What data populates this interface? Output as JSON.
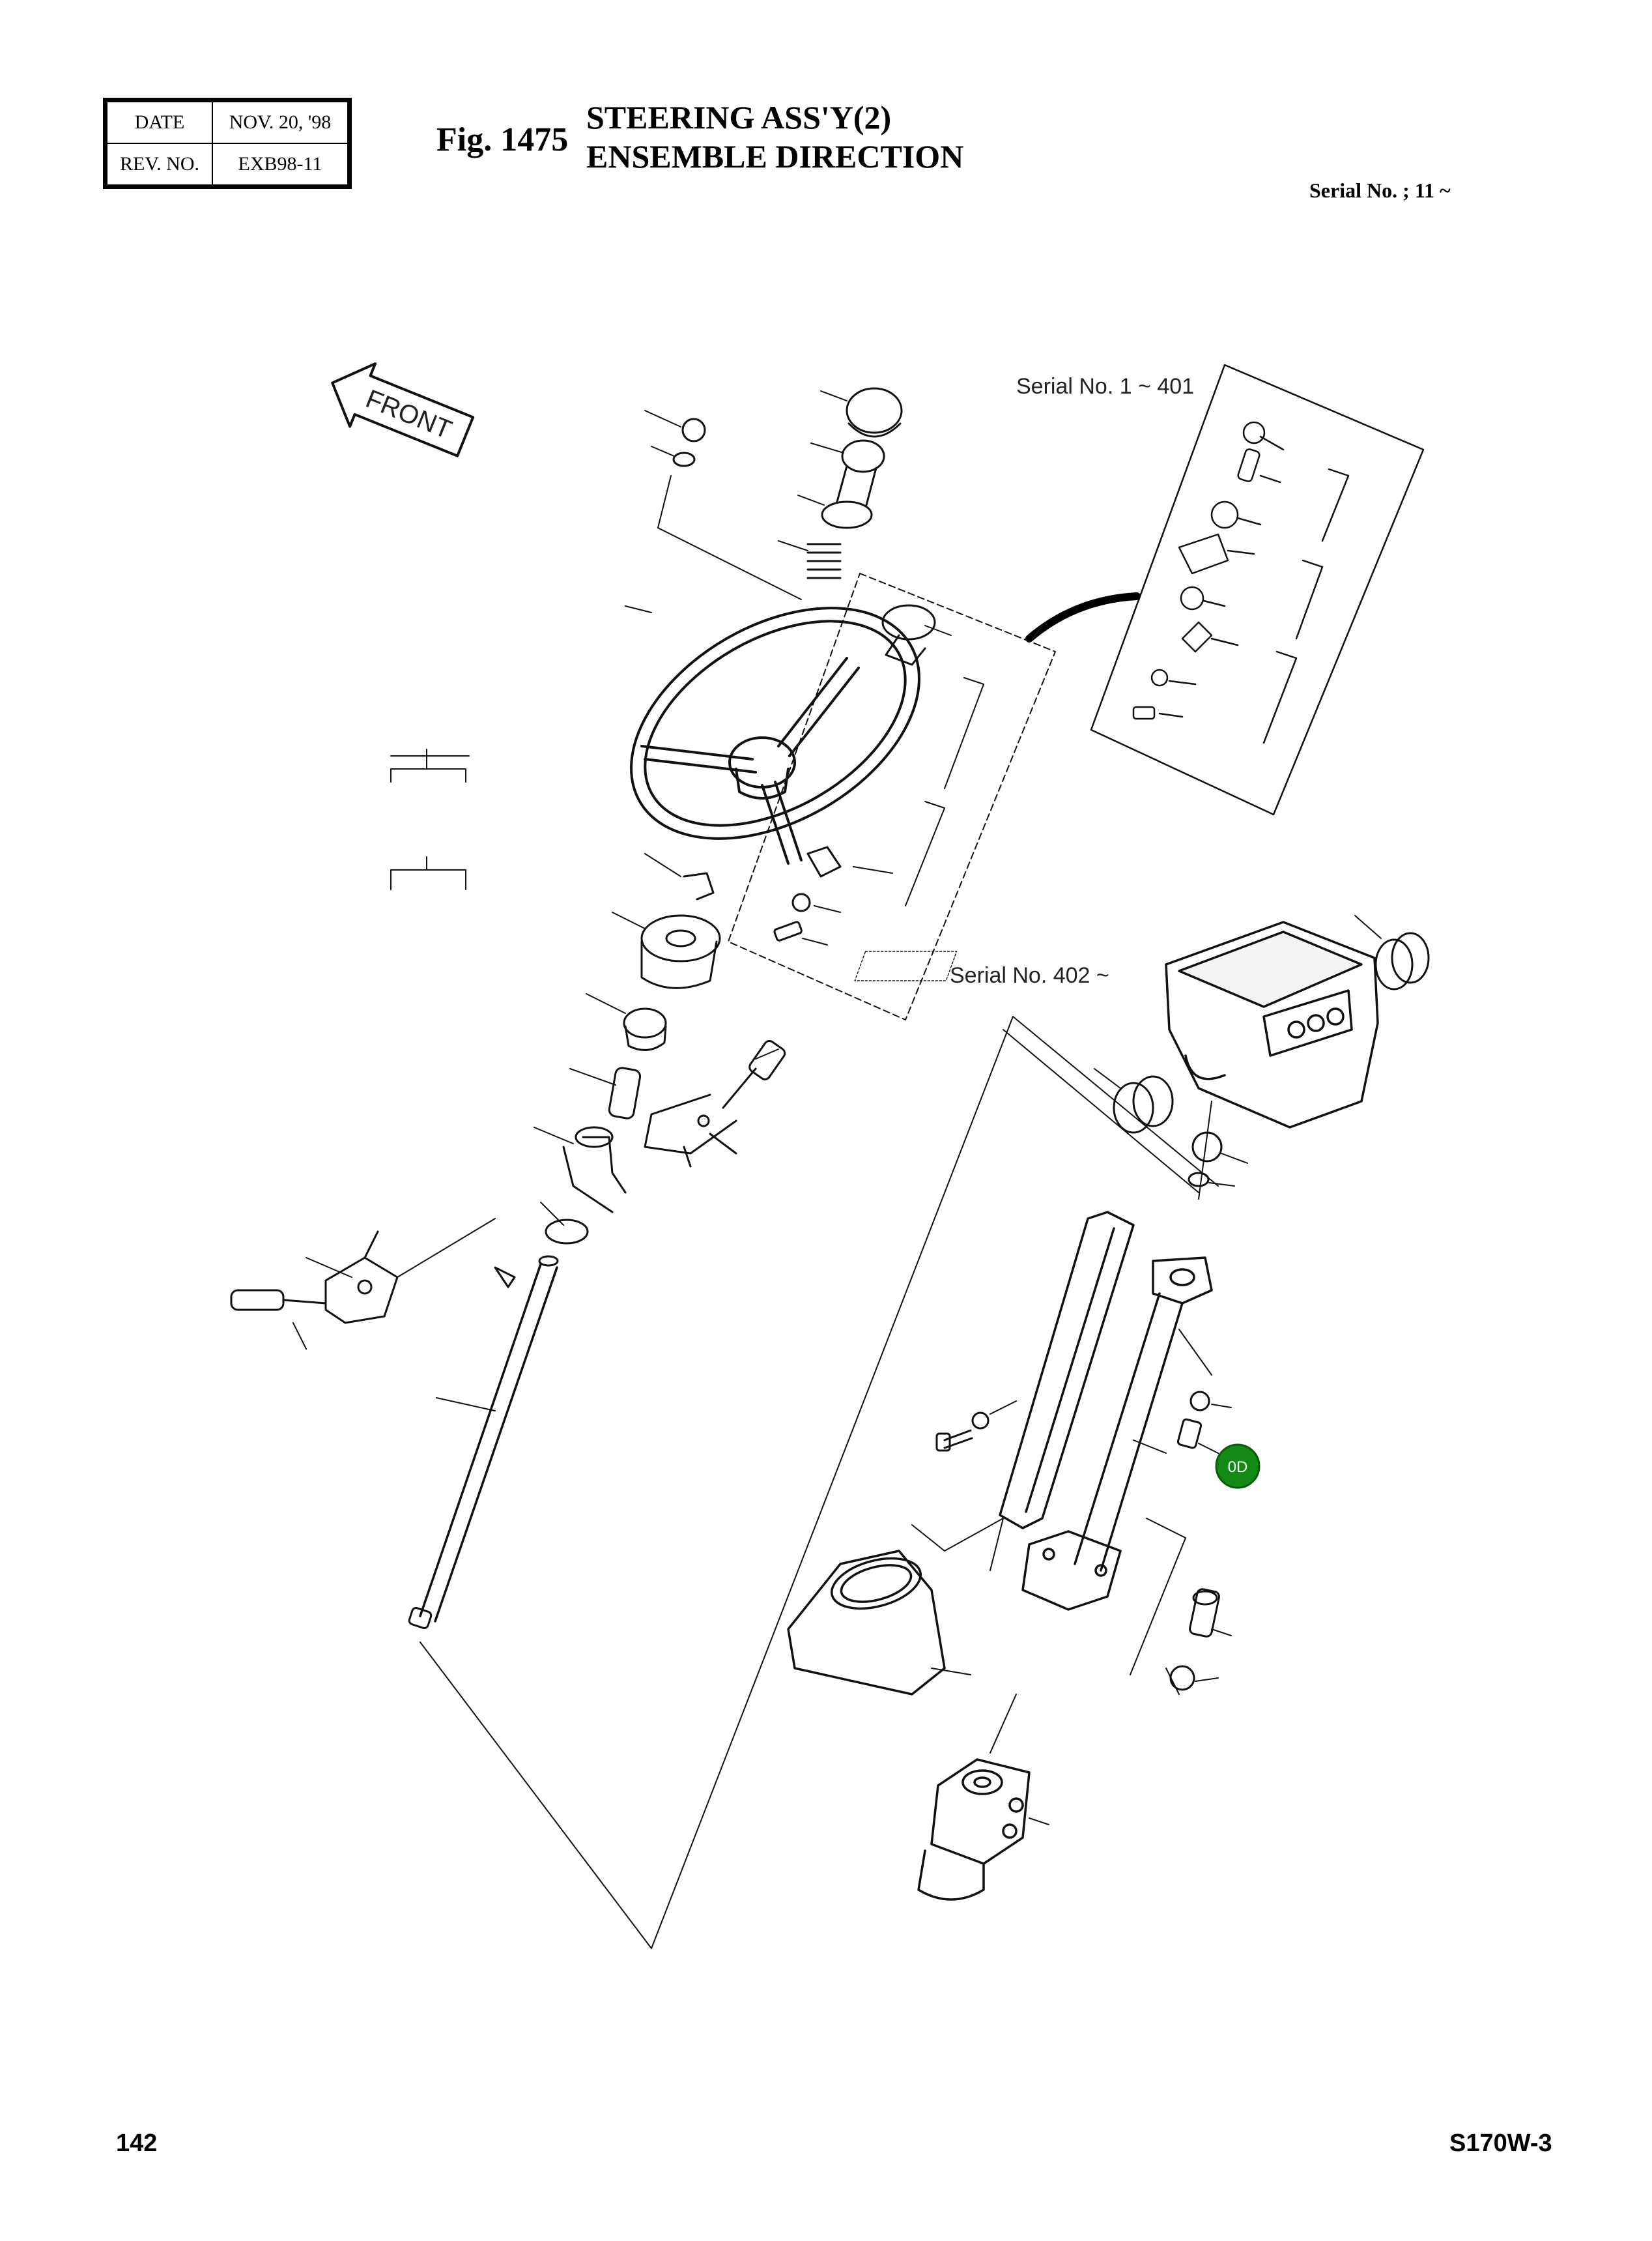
{
  "header": {
    "date_label": "DATE",
    "date_value": "NOV. 20, '98",
    "rev_label": "REV. NO.",
    "rev_value": "EXB98-11",
    "fig_label": "Fig. 1475",
    "title_line1": "STEERING ASS'Y(2)",
    "title_line2": "ENSEMBLE DIRECTION",
    "serial_note": "Serial No. ; 11 ~"
  },
  "diagram": {
    "front_label": "FRONT",
    "serial_range_1": "Serial No. 1 ~ 401",
    "serial_range_2": "Serial No. 402 ~",
    "marker_label": "0D",
    "marker_color": "#138a13"
  },
  "footer": {
    "page_number": "142",
    "model": "S170W-3"
  }
}
